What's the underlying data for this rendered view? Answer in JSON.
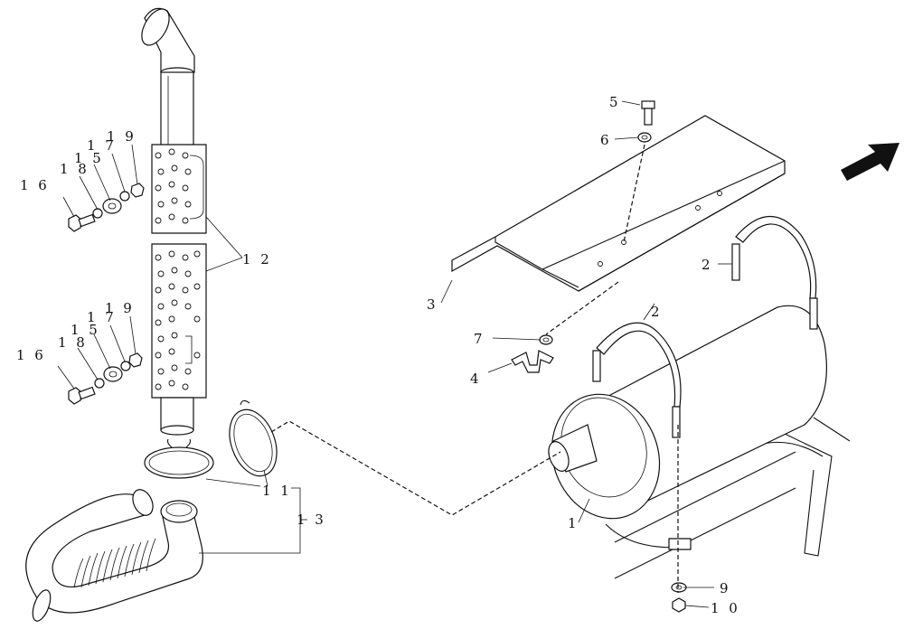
{
  "diagram": {
    "callouts": {
      "c1": "1",
      "c2a": "2",
      "c2b": "2",
      "c3": "3",
      "c4": "4",
      "c5": "5",
      "c6": "6",
      "c7": "7",
      "c9": "9",
      "c10": "1 0",
      "c11": "1 1",
      "c12": "1 2",
      "c13": "1 3",
      "c15a": "1 5",
      "c15b": "1 5",
      "c16a": "1 6",
      "c16b": "1 6",
      "c17a": "1 7",
      "c17b": "1 7",
      "c18a": "1 8",
      "c18b": "1 8",
      "c19a": "1 9",
      "c19b": "1 9"
    },
    "icons": [
      "direction-arrow-icon"
    ]
  }
}
